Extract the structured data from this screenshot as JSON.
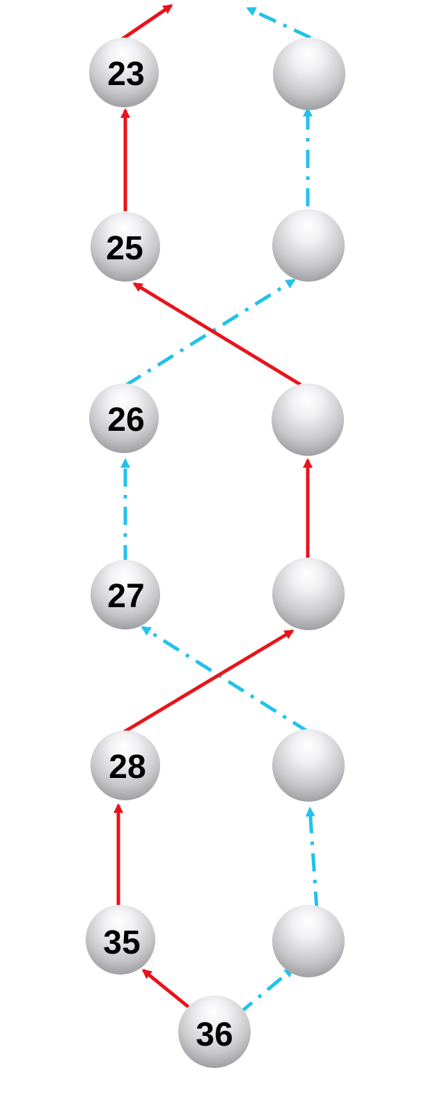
{
  "diagram": {
    "colors": {
      "path_red": "#e8141b",
      "path_blue": "#22c2ea",
      "pearl_light": "#ffffff",
      "pearl_mid": "#d2d2d4",
      "pearl_dark": "#8f8f93",
      "label": "#000000",
      "background": "#ffffff"
    },
    "left_column": [
      {
        "id": "b23",
        "label": "23"
      },
      {
        "id": "b25",
        "label": "25"
      },
      {
        "id": "b26",
        "label": "26"
      },
      {
        "id": "b27",
        "label": "27"
      },
      {
        "id": "b28",
        "label": "28"
      },
      {
        "id": "b35",
        "label": "35"
      }
    ],
    "right_column": [
      {
        "id": "r1",
        "label": ""
      },
      {
        "id": "r2",
        "label": ""
      },
      {
        "id": "r3",
        "label": ""
      },
      {
        "id": "r4",
        "label": ""
      },
      {
        "id": "r5",
        "label": ""
      },
      {
        "id": "r6",
        "label": ""
      }
    ],
    "bottom_bead": {
      "id": "b36",
      "label": "36"
    },
    "red_path": [
      "b36",
      "b35",
      "b28",
      "r4",
      "r3",
      "b25",
      "b23",
      "top-left-exit"
    ],
    "blue_path": [
      "b36",
      "r6",
      "r5",
      "b27",
      "b26",
      "r2",
      "r1",
      "top-right-exit"
    ],
    "red_line_style": "solid",
    "blue_line_style": "dash-dot"
  }
}
